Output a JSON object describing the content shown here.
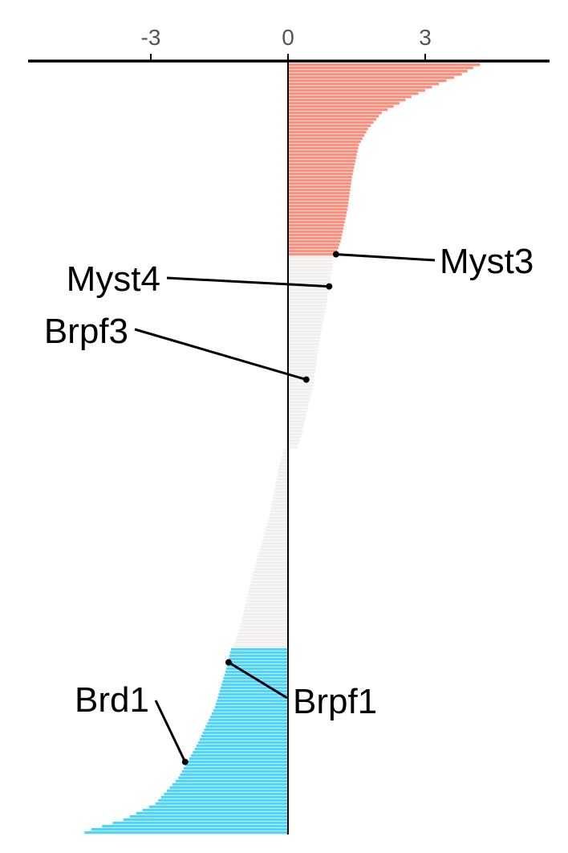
{
  "chart_data": {
    "type": "bar",
    "orientation": "horizontal",
    "title": "",
    "xlabel": "",
    "ylabel": "",
    "x_axis_position": "top",
    "xlim": [
      -5.7,
      5.7
    ],
    "xticks": [
      {
        "value": -3,
        "label": "-3"
      },
      {
        "value": 0,
        "label": "0"
      },
      {
        "value": 3,
        "label": "3"
      }
    ],
    "grid": false,
    "legend": "none",
    "bar_count": 240,
    "sorted": "descending",
    "colors": {
      "positive_significant": "#FF8F7D",
      "not_significant": "#F1F0EE",
      "negative_significant": "#4ED4FF",
      "axis": "#000000",
      "tick_text": "#555555"
    },
    "group_counts": {
      "positive_significant": 60,
      "not_significant": 122,
      "negative_significant": 58
    },
    "value_profile": [
      [
        0,
        4.2
      ],
      [
        1,
        4.05
      ],
      [
        3,
        3.8
      ],
      [
        6,
        3.3
      ],
      [
        10,
        2.7
      ],
      [
        15,
        2.05
      ],
      [
        20,
        1.75
      ],
      [
        25,
        1.55
      ],
      [
        35,
        1.4
      ],
      [
        45,
        1.3
      ],
      [
        55,
        1.15
      ],
      [
        59,
        1.05
      ],
      [
        60,
        1.0
      ],
      [
        70,
        0.9
      ],
      [
        85,
        0.7
      ],
      [
        100,
        0.55
      ],
      [
        115,
        0.3
      ],
      [
        119,
        0.2
      ],
      [
        120,
        -0.1
      ],
      [
        125,
        -0.2
      ],
      [
        140,
        -0.4
      ],
      [
        160,
        -0.8
      ],
      [
        175,
        -1.05
      ],
      [
        181,
        -1.2
      ],
      [
        182,
        -1.25
      ],
      [
        188,
        -1.35
      ],
      [
        200,
        -1.6
      ],
      [
        212,
        -2.0
      ],
      [
        222,
        -2.4
      ],
      [
        230,
        -2.9
      ],
      [
        235,
        -3.6
      ],
      [
        238,
        -4.3
      ],
      [
        239,
        -4.45
      ]
    ],
    "annotations": [
      {
        "label": "Myst3",
        "value": 1.05
      },
      {
        "label": "Myst4",
        "value": 0.9
      },
      {
        "label": "Brpf3",
        "value": 0.4
      },
      {
        "label": "Brpf1",
        "value": -1.3
      },
      {
        "label": "Brd1",
        "value": -2.25
      }
    ]
  }
}
